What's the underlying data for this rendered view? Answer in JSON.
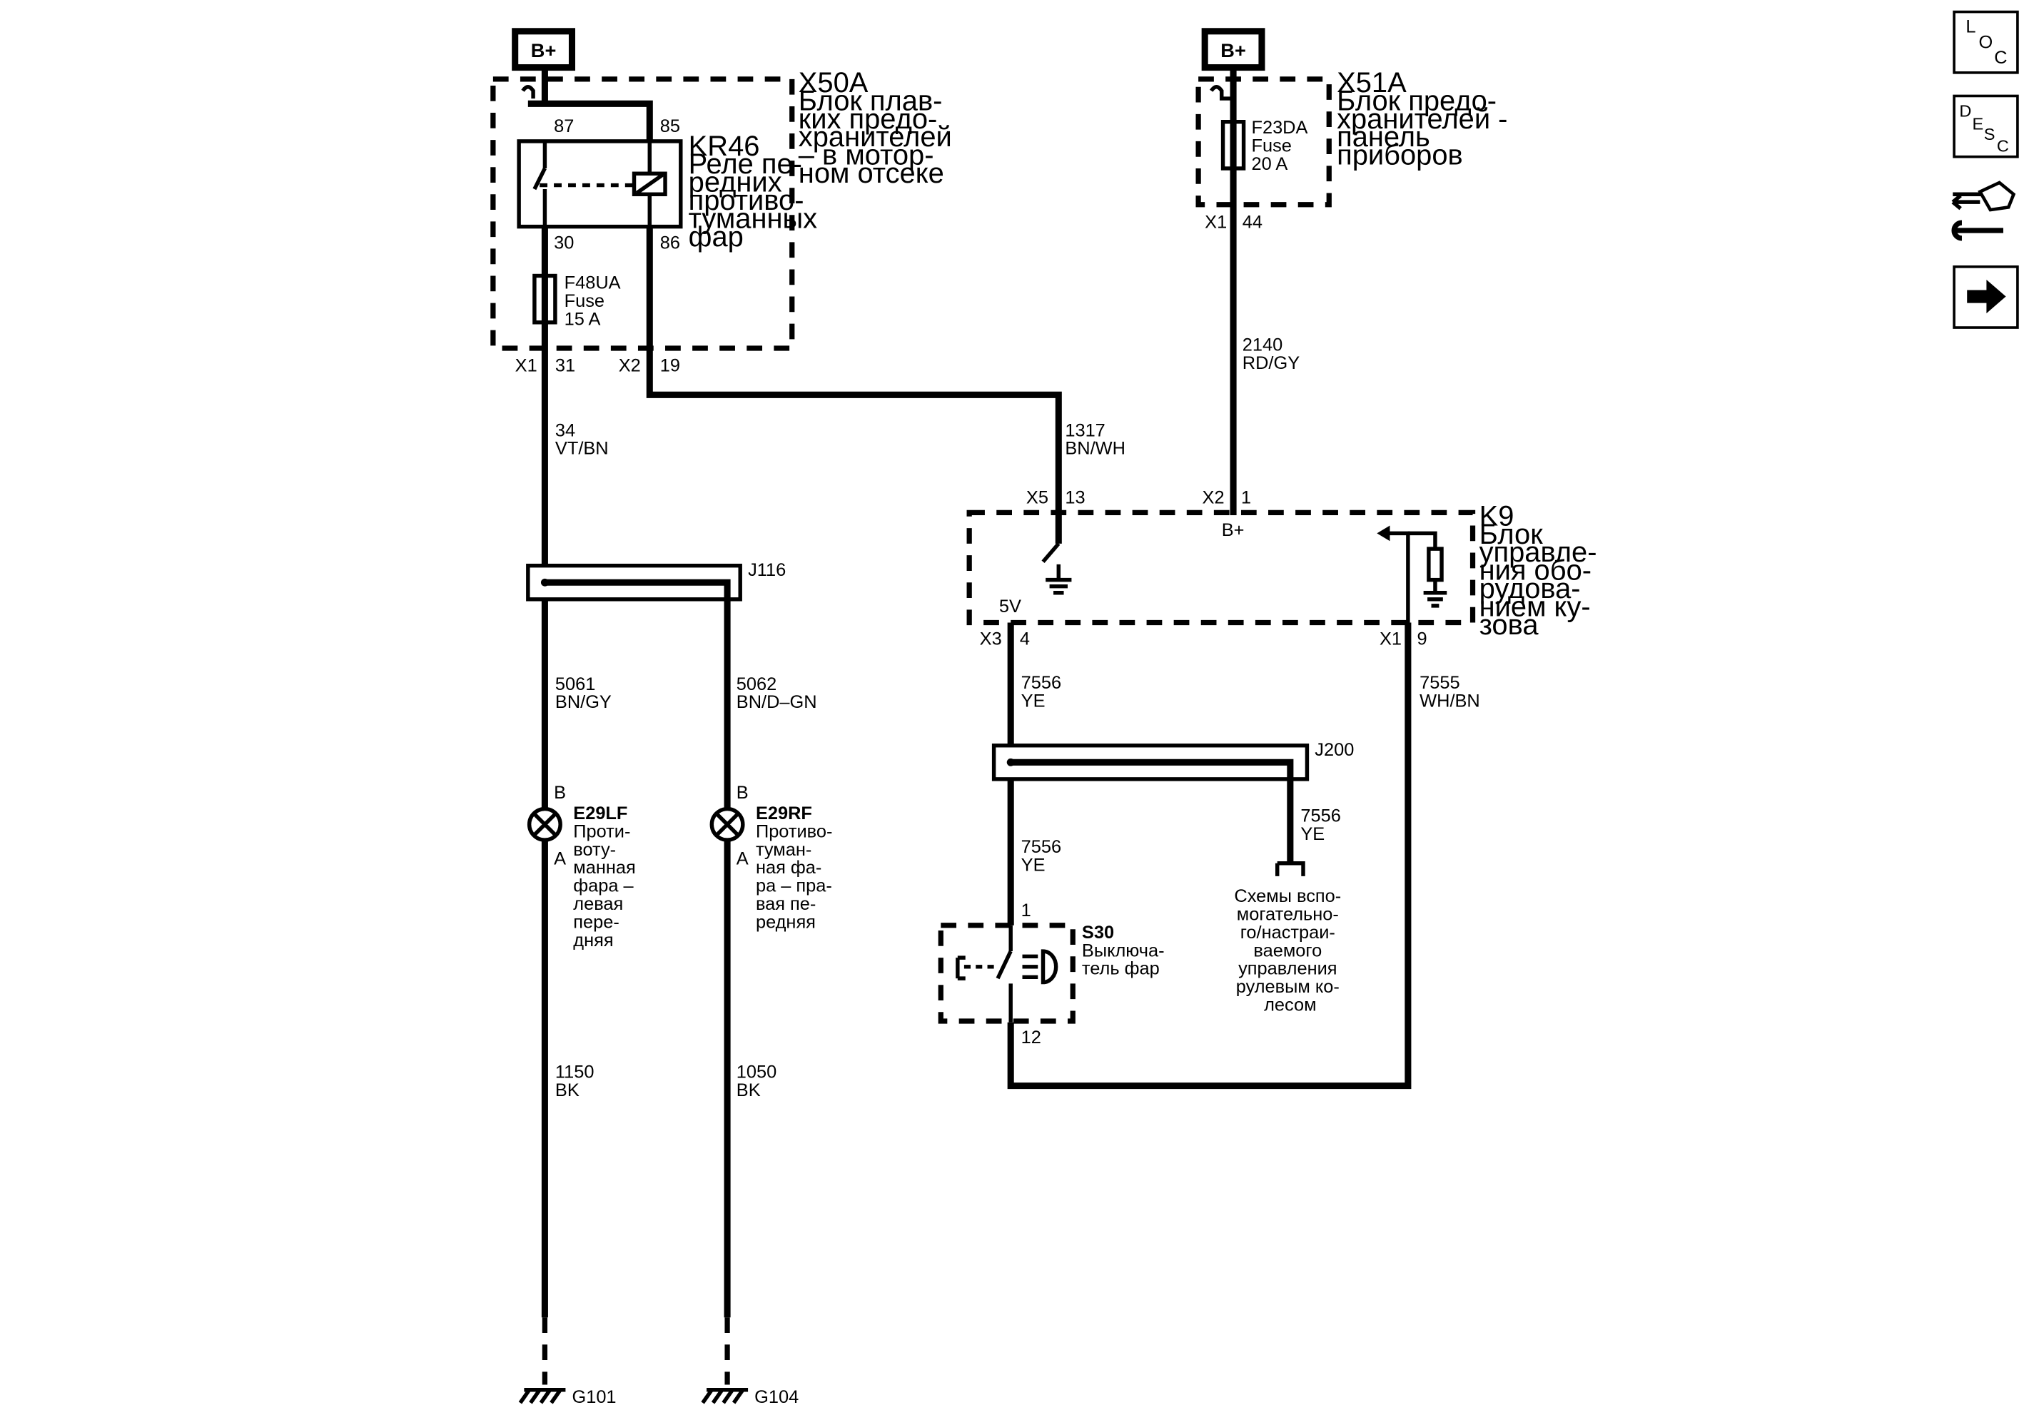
{
  "supply": {
    "left": "B+",
    "right": "B+"
  },
  "x50a": {
    "id": "X50A",
    "desc": [
      "Блок плав-",
      "ких предо-",
      "хранителей",
      "– в мотор-",
      "ном отсеке"
    ]
  },
  "relay": {
    "id": "KR46",
    "desc": [
      "Реле пе-",
      "редних",
      "противо-",
      "туманных",
      "фар"
    ],
    "pin87": "87",
    "pin85": "85",
    "pin30": "30",
    "pin86": "86"
  },
  "fuse_f48": {
    "id": "F48UA",
    "type": "Fuse",
    "rating": "15 A"
  },
  "x50a_pins": {
    "x1": "X1",
    "p31": "31",
    "x2": "X2",
    "p19": "19"
  },
  "x51a": {
    "id": "X51A",
    "desc": [
      "Блок предо-",
      "хранителей -",
      "панель",
      "приборов"
    ],
    "x1": "X1",
    "p44": "44"
  },
  "fuse_f23": {
    "id": "F23DA",
    "type": "Fuse",
    "rating": "20 A"
  },
  "wires": {
    "w34": {
      "num": "34",
      "color": "VT/BN"
    },
    "w1317": {
      "num": "1317",
      "color": "BN/WH"
    },
    "w2140": {
      "num": "2140",
      "color": "RD/GY"
    },
    "w5061": {
      "num": "5061",
      "color": "BN/GY"
    },
    "w5062": {
      "num": "5062",
      "color": "BN/D–GN"
    },
    "w7556a": {
      "num": "7556",
      "color": "YE"
    },
    "w7556b": {
      "num": "7556",
      "color": "YE"
    },
    "w7556c": {
      "num": "7556",
      "color": "YE"
    },
    "w7555": {
      "num": "7555",
      "color": "WH/BN"
    },
    "w1150": {
      "num": "1150",
      "color": "BK"
    },
    "w1050": {
      "num": "1050",
      "color": "BK"
    }
  },
  "k9": {
    "id": "K9",
    "desc": [
      "Блок",
      "управле-",
      "ния обо-",
      "рудова-",
      "нием ку-",
      "зова"
    ],
    "bplus": "B+",
    "v5": "5V",
    "x5": "X5",
    "p13": "13",
    "x2": "X2",
    "p1": "1",
    "x3": "X3",
    "p4": "4",
    "x1": "X1",
    "p9": "9"
  },
  "j116": "J116",
  "j200": "J200",
  "lamp_left": {
    "id": "E29LF",
    "desc": [
      "Проти-",
      "воту-",
      "манная",
      "фара –",
      "левая",
      "пере-",
      "дняя"
    ],
    "pinB": "B",
    "pinA": "A"
  },
  "lamp_right": {
    "id": "E29RF",
    "desc": [
      "Противо-",
      "туман-",
      "ная фа-",
      "ра – пра-",
      "вая пе-",
      "редняя"
    ],
    "pinB": "B",
    "pinA": "A"
  },
  "s30": {
    "id": "S30",
    "desc": [
      "Выключа-",
      "тель фар"
    ],
    "p1": "1",
    "p12": "12"
  },
  "steering": {
    "desc": [
      "Схемы вспо-",
      "могательно-",
      "го/настраи-",
      "ваемого",
      "управления",
      "рулевым ко-",
      "лесом"
    ]
  },
  "grounds": {
    "g101": "G101",
    "g104": "G104"
  },
  "nav": {
    "loc": {
      "l1": "L",
      "l2": "O",
      "l3": "C"
    },
    "desc": {
      "l1": "D",
      "l2": "E",
      "l3": "S",
      "l4": "C"
    },
    "connector_icon": "connector-tool-icon",
    "next_icon": "arrow-right-icon"
  }
}
